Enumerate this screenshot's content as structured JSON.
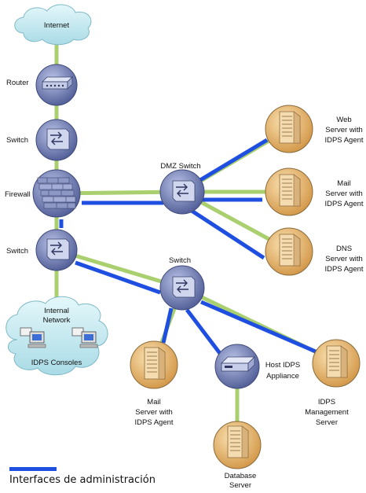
{
  "colors": {
    "data_link": "#a9cf6e",
    "management_link": "#1f4fe0",
    "device_fill": "#7b88b8",
    "server_fill": "#e9b56a",
    "cloud_fill": "#bfe7ee"
  },
  "nodes": {
    "internet": {
      "label": "Internet",
      "icon": "cloud-icon"
    },
    "router": {
      "label": "Router",
      "icon": "router-icon"
    },
    "switch_top": {
      "label": "Switch",
      "icon": "switch-icon"
    },
    "firewall": {
      "label": "Firewall",
      "icon": "firewall-icon"
    },
    "switch_internal": {
      "label": "Switch",
      "icon": "switch-icon"
    },
    "internal_network": {
      "label_line1": "Internal",
      "label_line2": "Network",
      "consoles_label": "IDPS Consoles",
      "icon": "cloud-icon"
    },
    "dmz_switch": {
      "label": "DMZ Switch",
      "icon": "switch-icon"
    },
    "web_server": {
      "lines": [
        "Web",
        "Server with",
        "IDPS Agent"
      ],
      "icon": "server-icon"
    },
    "mail_server_dmz": {
      "lines": [
        "Mail",
        "Server with",
        "IDPS Agent"
      ],
      "icon": "server-icon"
    },
    "dns_server": {
      "lines": [
        "DNS",
        "Server with",
        "IDPS Agent"
      ],
      "icon": "server-icon"
    },
    "switch_mgmt": {
      "label": "Switch",
      "icon": "switch-icon"
    },
    "mail_server_internal": {
      "lines": [
        "Mail",
        "Server with",
        "IDPS Agent"
      ],
      "icon": "server-icon"
    },
    "host_idps": {
      "lines": [
        "Host IDPS",
        "Appliance"
      ],
      "icon": "appliance-icon"
    },
    "idps_management": {
      "lines": [
        "IDPS",
        "Management",
        "Server"
      ],
      "icon": "server-icon"
    },
    "database_server": {
      "lines": [
        "Database",
        "Server"
      ],
      "icon": "server-icon"
    }
  },
  "legend": {
    "label": "Interfaces de administración"
  }
}
